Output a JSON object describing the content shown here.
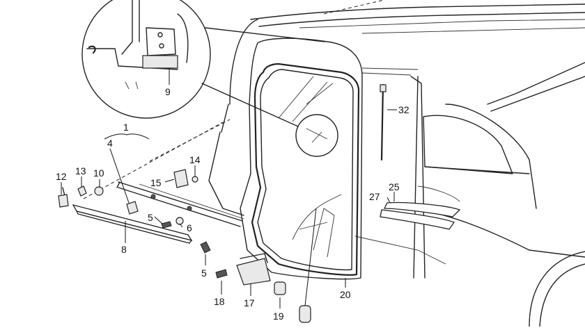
{
  "callouts": [
    {
      "id": "c1",
      "label": "1"
    },
    {
      "id": "c4",
      "label": "4"
    },
    {
      "id": "c5a",
      "label": "5"
    },
    {
      "id": "c5b",
      "label": "5"
    },
    {
      "id": "c6",
      "label": "6"
    },
    {
      "id": "c8",
      "label": "8"
    },
    {
      "id": "c9",
      "label": "9"
    },
    {
      "id": "c10",
      "label": "10"
    },
    {
      "id": "c12",
      "label": "12"
    },
    {
      "id": "c13",
      "label": "13"
    },
    {
      "id": "c14",
      "label": "14"
    },
    {
      "id": "c15",
      "label": "15"
    },
    {
      "id": "c17",
      "label": "17"
    },
    {
      "id": "c18",
      "label": "18"
    },
    {
      "id": "c19",
      "label": "19"
    },
    {
      "id": "c20",
      "label": "20"
    },
    {
      "id": "c25",
      "label": "25"
    },
    {
      "id": "c27",
      "label": "27"
    },
    {
      "id": "c32",
      "label": "32"
    }
  ]
}
